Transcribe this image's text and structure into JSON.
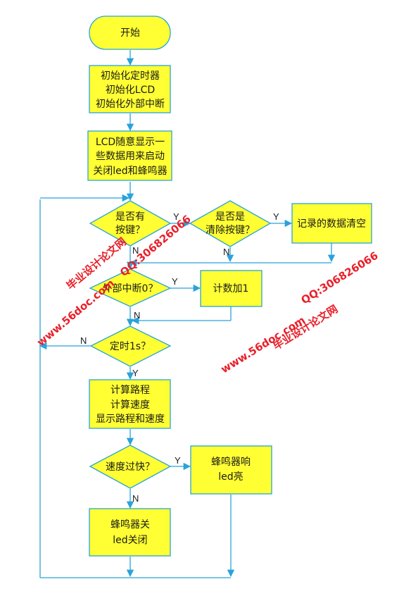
{
  "nodes": {
    "start": "开始",
    "init": [
      "初始化定时器",
      "初始化LCD",
      "初始化外部中断"
    ],
    "lcd_show": [
      "LCD随意显示一",
      "些数据用来启动",
      "关闭led和蜂鸣器"
    ],
    "has_key": [
      "是否有",
      "按键？"
    ],
    "is_clear": [
      "是否是",
      "清除按键？"
    ],
    "clear_data": "记录的数据清空",
    "ext_int": "外部中断0？",
    "count_add": "计数加1",
    "timer_1s": "定时1s？",
    "compute": [
      "计算路程",
      "计算速度",
      "显示路程和速度"
    ],
    "too_fast": "速度过快？",
    "buzzer_on": [
      "蜂鸣器响",
      "led亮"
    ],
    "buzzer_off": [
      "蜂鸣器关",
      "led关闭"
    ]
  },
  "edge_labels": {
    "yes": "Y",
    "no": "N"
  },
  "watermarks": {
    "site": "www.56doc.com",
    "qq": "QQ:306826066",
    "brand": "毕业设计论文网"
  },
  "colors": {
    "box_fill": "#ffff33",
    "box_stroke": "#29a3d9",
    "line": "#29a3d9",
    "watermark": "#e8202a"
  }
}
